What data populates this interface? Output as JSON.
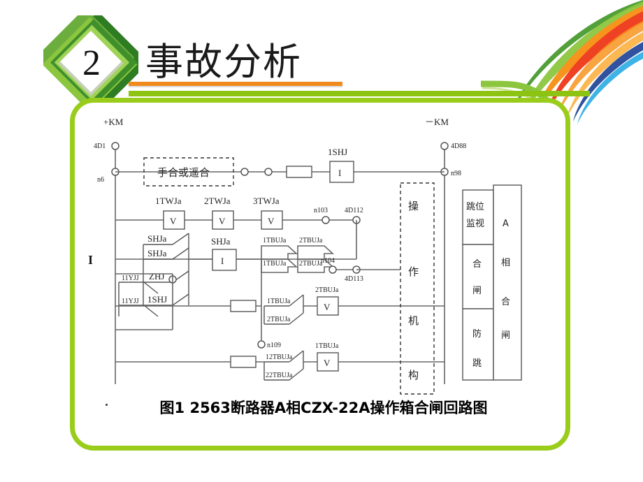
{
  "slide": {
    "number": "2",
    "title": "事故分析",
    "accent_orange": "#f08a1c",
    "accent_green": "#8dc413",
    "frame_green": "#9acd1b"
  },
  "figure": {
    "caption": "图1  2563断路器A相CZX-22A操作箱合闸回路图",
    "rails": {
      "positive": "+KM",
      "negative": "－KM"
    },
    "terminals": {
      "top_left": "4D1",
      "left_n6": "n6",
      "top_right": "4D88",
      "right_n98": "n98",
      "n103": "n103",
      "d112": "4D112",
      "n104": "n104",
      "d113": "4D113",
      "n109": "n109"
    },
    "manual_close_box": "手合或遥合",
    "row1": {
      "relay_label": "1SHJ",
      "relay_symbol": "I"
    },
    "row2": {
      "coils": [
        {
          "label": "1TWJa",
          "symbol": "V"
        },
        {
          "label": "2TWJa",
          "symbol": "V"
        },
        {
          "label": "3TWJa",
          "symbol": "V"
        }
      ]
    },
    "row3": {
      "contacts_left": [
        "SHJa",
        "SHJa",
        "ZHJ",
        "1SHJ"
      ],
      "aux_contacts": [
        "11YJJ",
        "11YJJ"
      ],
      "relay_label": "SHJa",
      "relay_symbol": "I",
      "arrow_contacts": [
        {
          "top": "1TBUJa",
          "bottom": "1TBUJa"
        },
        {
          "top": "2TBUJa",
          "bottom": "2TBUJa"
        }
      ]
    },
    "row4": {
      "contacts": [
        "1TBUJa",
        "2TBUJa"
      ],
      "coil_label": "2TBUJa",
      "coil_symbol": "V"
    },
    "row5": {
      "contacts": [
        "12TBUJa",
        "22TBUJa"
      ],
      "coil_label": "1TBUJa",
      "coil_symbol": "V"
    },
    "mechanism_column": [
      "操",
      "作",
      "机",
      "构"
    ],
    "function_boxes": {
      "left_column": [
        "跳位\n监视",
        "合\n闸",
        "防\n跳"
      ],
      "trip_monitor_line1": "跳位",
      "trip_monitor_line2": "监视",
      "close_line1": "合",
      "close_line2": "闸",
      "antipump_line1": "防",
      "antipump_line2": "跳",
      "right_column_chars": [
        "A",
        "相",
        "合",
        "闸"
      ]
    },
    "left_edge_marker": "I"
  }
}
